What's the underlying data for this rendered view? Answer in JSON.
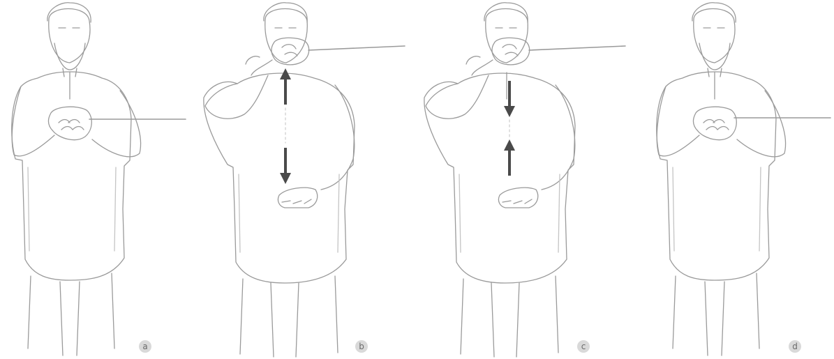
{
  "figure": {
    "panels": [
      {
        "label": "a",
        "pose": "baton-held-at-chest",
        "motion": "none"
      },
      {
        "label": "b",
        "pose": "one-hand-at-mouth-other-hand-open-below",
        "motion": "up-and-down"
      },
      {
        "label": "c",
        "pose": "one-hand-at-mouth-other-hand-open-below",
        "motion": "toward-center"
      },
      {
        "label": "d",
        "pose": "baton-held-at-chest",
        "motion": "none"
      }
    ],
    "colors": {
      "line": "#9a9a9a",
      "arrow": "#4a4a4a",
      "label_bg": "#d9d9d9",
      "label_text": "#6a6a6a"
    }
  }
}
